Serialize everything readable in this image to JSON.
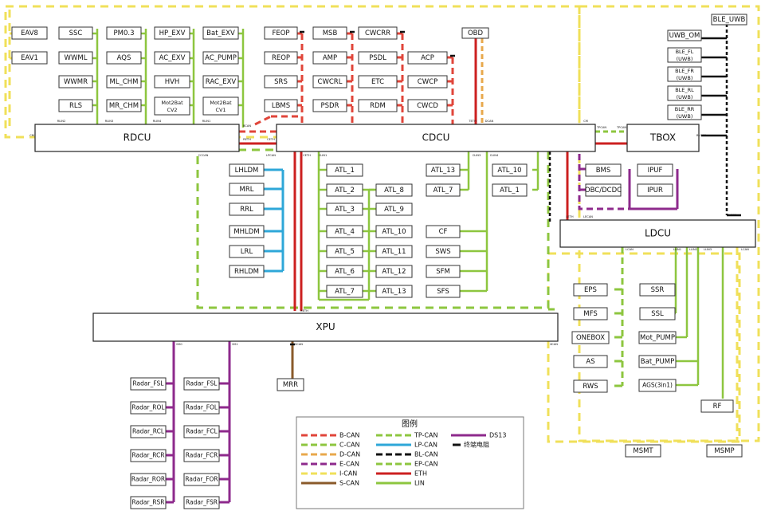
{
  "colors": {
    "B-CAN": "#e0453a",
    "C-CAN": "#8dc63f",
    "D-CAN": "#e8a84c",
    "E-CAN": "#8e2a8c",
    "I-CAN": "#f0e05a",
    "S-CAN": "#8a5a2a",
    "TP-CAN": "#8dc63f",
    "LP-CAN": "#2ea7d8",
    "BL-CAN": "#111111",
    "EP-CAN": "#8dc63f",
    "ETH": "#cc2020",
    "LIN": "#8dc63f",
    "DS13": "#8e2a8c",
    "term": "#111111",
    "dash-yellow": "#f0e05a",
    "dash-green": "#8dc63f"
  },
  "controllers": {
    "rdcu": "RDCU",
    "cdcu": "CDCU",
    "tbox": "TBOX",
    "ldcu": "LDCU",
    "xpu": "XPU"
  },
  "nodes": {
    "eav8": "EAV8",
    "eav1": "EAV1",
    "ssc": "SSC",
    "wwml": "WWML",
    "wwmr": "WWMR",
    "rls": "RLS",
    "pm03": "PM0.3",
    "aqs": "AQS",
    "ml_chm": "ML_CHM",
    "mr_chm": "MR_CHM",
    "hp_exv": "HP_EXV",
    "ac_exv": "AC_EXV",
    "hvh": "HVH",
    "mot2bat_cv2": "Mot2Bat CV2",
    "bat_exv": "Bat_EXV",
    "ac_pump": "AC_PUMP",
    "rac_exv": "RAC_EXV",
    "mot2bat_cv1": "Mot2Bat CV1",
    "feop": "FEOP",
    "reop": "REOP",
    "srs": "SRS",
    "lbms": "LBMS",
    "msb": "MSB",
    "amp": "AMP",
    "cwcrl": "CWCRL",
    "psdr": "PSDR",
    "cwcrr": "CWCRR",
    "psdl": "PSDL",
    "etc": "ETC",
    "rdm": "RDM",
    "acp": "ACP",
    "cwcp": "CWCP",
    "cwcd": "CWCD",
    "obd": "OBD",
    "ble_uwb": "BLE_UWB",
    "uwb_om": "UWB_OM",
    "ble_fl": "BLE_FL (UWB)",
    "ble_fr": "BLE_FR (UWB)",
    "ble_rl": "BLE_RL (UWB)",
    "ble_rr": "BLE_RR (UWB)",
    "lhldm": "LHLDM",
    "mrl": "MRL",
    "rrl": "RRL",
    "mhldm": "MHLDM",
    "lrl": "LRL",
    "rhldm": "RHLDM",
    "atl_1a": "ATL_1",
    "atl_2": "ATL_2",
    "atl_3": "ATL_3",
    "atl_4": "ATL_4",
    "atl_5": "ATL_5",
    "atl_6": "ATL_6",
    "atl_7a": "ATL_7",
    "atl_8": "ATL_8",
    "atl_9": "ATL_9",
    "atl_10a": "ATL_10",
    "atl_11": "ATL_11",
    "atl_12": "ATL_12",
    "atl_13a": "ATL_13",
    "atl_13b": "ATL_13",
    "atl_7b": "ATL_7",
    "cf": "CF",
    "sws": "SWS",
    "sfm": "SFM",
    "sfs": "SFS",
    "atl_10b": "ATL_10",
    "atl_1b": "ATL_1",
    "bms": "BMS",
    "obc_dcdc": "OBC/DCDC",
    "ipuf": "IPUF",
    "ipur": "IPUR",
    "eps": "EPS",
    "mfs": "MFS",
    "onebox": "ONEBOX",
    "as": "AS",
    "rws": "RWS",
    "ssr": "SSR",
    "ssl": "SSL",
    "mot_pump": "Mot_PUMP",
    "bat_pump": "Bat_PUMP",
    "ags": "AGS(3in1)",
    "rf": "RF",
    "mrr": "MRR",
    "radar_fsl": "Radar_FSL",
    "radar_rol": "Radar_ROL",
    "radar_rcl": "Radar_RCL",
    "radar_rcr": "Radar_RCR",
    "radar_ror": "Radar_ROR",
    "radar_rsr": "Radar_RSR",
    "fsl": "Radar_FSL",
    "fol": "Radar_FOL",
    "fcl": "Radar_FCL",
    "fcr": "Radar_FCR",
    "for": "Radar_FOR",
    "fsr": "Radar_FSR",
    "msmt": "MSMT",
    "msmp": "MSMP"
  },
  "port_labels": {
    "lin2": "RLIN2",
    "lin3": "RLIN3",
    "lin4": "RLIN4",
    "lin1": "RLIN1",
    "cm_left": "CM",
    "bcan": "BCAN",
    "reth": "RETH",
    "ceth": "CETH",
    "cccan": "CCCAN",
    "lpcan": "LPCAN",
    "ceth2": "CETH",
    "clin1": "CLIN1",
    "clin2": "CLIN2",
    "clin3": "CLIN3",
    "clin4": "CLIN4",
    "dcan": "DCAN",
    "tpcan": "TPCAN",
    "tpcan2": "TPCAN",
    "teth": "TETH",
    "cm_cdcu": "CM",
    "blcan": "BLCAN",
    "blcan2": "BLCAN",
    "lecan": "LECAN",
    "leth": "LETH",
    "lcan": "LCAN",
    "llin1": "LLIN1",
    "llin2": "LLIN2",
    "llin3": "LLIN3",
    "lcan2": "LCAN",
    "xeth": "XETH",
    "ds0": "DS0",
    "ds1": "DS1",
    "scan": "SCAN",
    "xcan": "XCAN"
  },
  "legend": {
    "title": "图例",
    "items": [
      {
        "label": "B-CAN",
        "key": "B-CAN",
        "style": "dash"
      },
      {
        "label": "C-CAN",
        "key": "C-CAN",
        "style": "dash"
      },
      {
        "label": "D-CAN",
        "key": "D-CAN",
        "style": "dash"
      },
      {
        "label": "E-CAN",
        "key": "E-CAN",
        "style": "dash"
      },
      {
        "label": "I-CAN",
        "key": "I-CAN",
        "style": "dash"
      },
      {
        "label": "S-CAN",
        "key": "S-CAN",
        "style": "solid"
      },
      {
        "label": "TP-CAN",
        "key": "TP-CAN",
        "style": "dash"
      },
      {
        "label": "LP-CAN",
        "key": "LP-CAN",
        "style": "solid"
      },
      {
        "label": "BL-CAN",
        "key": "BL-CAN",
        "style": "dash"
      },
      {
        "label": "EP-CAN",
        "key": "EP-CAN",
        "style": "dash"
      },
      {
        "label": "ETH",
        "key": "ETH",
        "style": "solid"
      },
      {
        "label": "LIN",
        "key": "LIN",
        "style": "solid"
      },
      {
        "label": "DS13",
        "key": "DS13",
        "style": "solid"
      },
      {
        "label": "终端电阻",
        "key": "term",
        "style": "term"
      }
    ]
  }
}
